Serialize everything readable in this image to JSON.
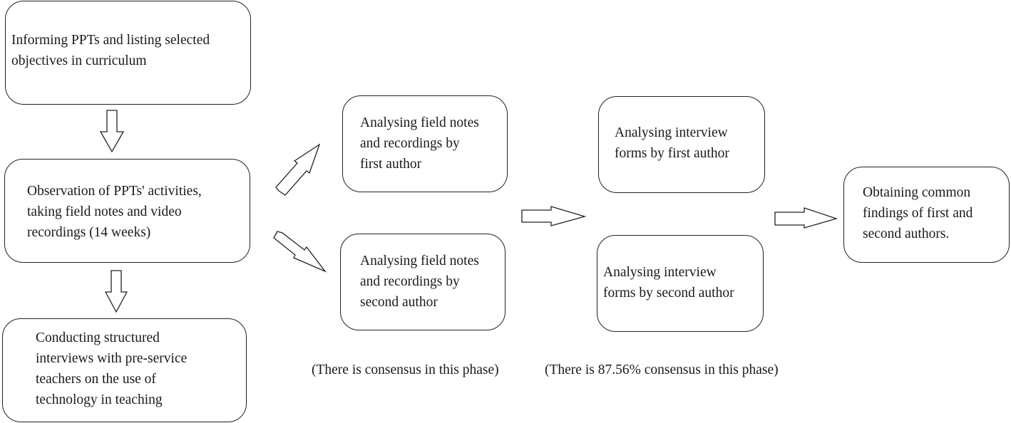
{
  "diagram": {
    "steps": {
      "informing": "Informing PPTs and listing selected\nobjectives in curriculum",
      "observation": "Observation of  PPTs' activities,\ntaking field notes and video\nrecordings (14 weeks)",
      "interviews": "Conducting structured\ninterviews with pre-service\nteachers on the use of\ntechnology in teaching",
      "field_first": "Analysing field notes\nand recordings by\nfirst author",
      "field_second": "Analysing field notes\nand recordings by\nsecond author",
      "interview_first": "Analysing interview\nforms by first author",
      "interview_second": "Analysing interview\nforms by second author",
      "common_findings": "Obtaining common\nfindings of first and\nsecond authors."
    },
    "notes": {
      "field_phase": "(There is consensus in this phase)",
      "interview_phase": "(There is 87.56% consensus in this phase)"
    },
    "connections": [
      {
        "from": "informing",
        "to": "observation"
      },
      {
        "from": "observation",
        "to": "interviews"
      },
      {
        "from": "observation",
        "to": "field_first"
      },
      {
        "from": "observation",
        "to": "field_second"
      },
      {
        "from": "field_first",
        "to": "interview_first"
      },
      {
        "from": "field_second",
        "to": "interview_second"
      },
      {
        "from": "interview_first",
        "to": "common_findings"
      },
      {
        "from": "interview_second",
        "to": "common_findings"
      }
    ]
  }
}
